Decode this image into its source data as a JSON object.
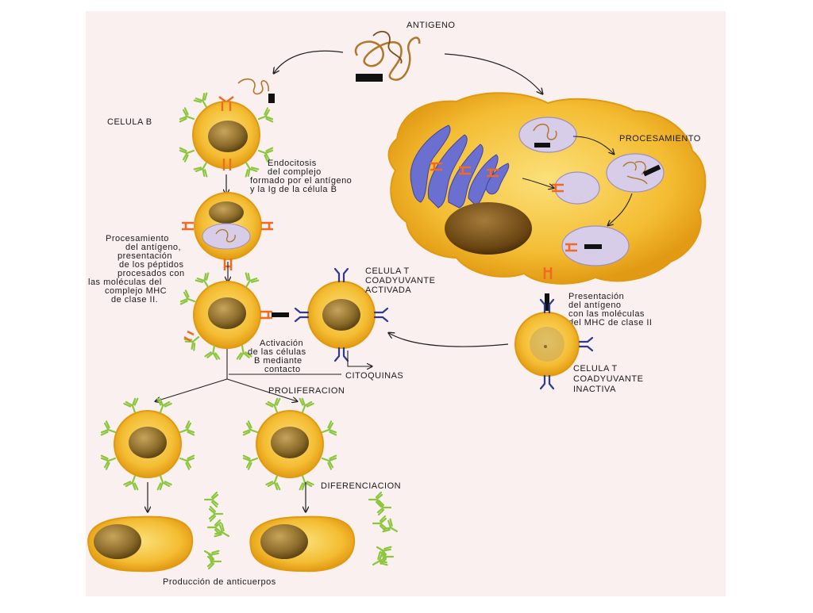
{
  "labels": {
    "antigen": "ANTIGENO",
    "b_cell": "CELULA B",
    "processing": "PROCESAMIENTO",
    "endocytosis": [
      "Endocitosis",
      "del complejo",
      "formado por el antígeno",
      "y la Ig de la célula B"
    ],
    "antigen_processing": [
      "Procesamiento",
      "del antígeno,",
      "presentación",
      "de los péptidos",
      "procesados con",
      "las moléculas del",
      "complejo MHC",
      "de clase II."
    ],
    "t_cell_activated": [
      "CELULA T",
      "COADYUVANTE",
      "ACTIVADA"
    ],
    "presentation": [
      "Presentación",
      "del antígeno",
      "con las moléculas",
      "del MHC de clase II"
    ],
    "b_activation": [
      "Activación",
      "de las células",
      "B mediante",
      "contacto"
    ],
    "cytokines": "CITOQUINAS",
    "t_cell_inactive": [
      "CELULA T",
      "COADYUVANTE",
      "INACTIVA"
    ],
    "proliferation": "PROLIFERACION",
    "differentiation": "DIFERENCIACION",
    "antibody_production": "Producción de anticuerpos"
  },
  "colors": {
    "background": "#fbf0f0",
    "cell_fill": "#f2b82d",
    "cell_edge": "#e09a10",
    "nucleus": "#8a6a2a",
    "antibody_green": "#8cc63f",
    "mhc_orange": "#ef6a23",
    "tcr_blue": "#2e3a8c",
    "vesicle": "#d8cde8",
    "golgi": "#6a6fd0"
  }
}
